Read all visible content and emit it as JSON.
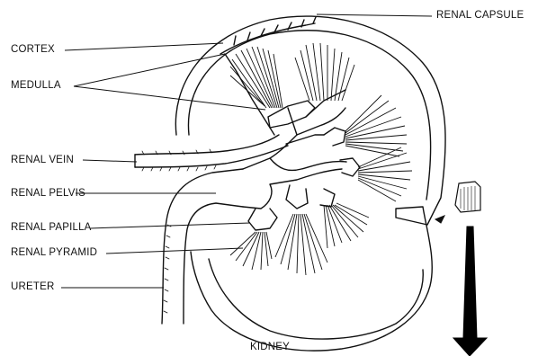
{
  "labels": {
    "renal_capsule": "RENAL CAPSULE",
    "cortex": "CORTEX",
    "medulla": "MEDULLA",
    "renal_vein": "RENAL VEIN",
    "renal_pelvis": "RENAL PELVIS",
    "renal_papilla": "RENAL PAPILLA",
    "renal_pyramid": "RENAL PYRAMID",
    "ureter": "URETER",
    "caption": "KIDNEY"
  }
}
